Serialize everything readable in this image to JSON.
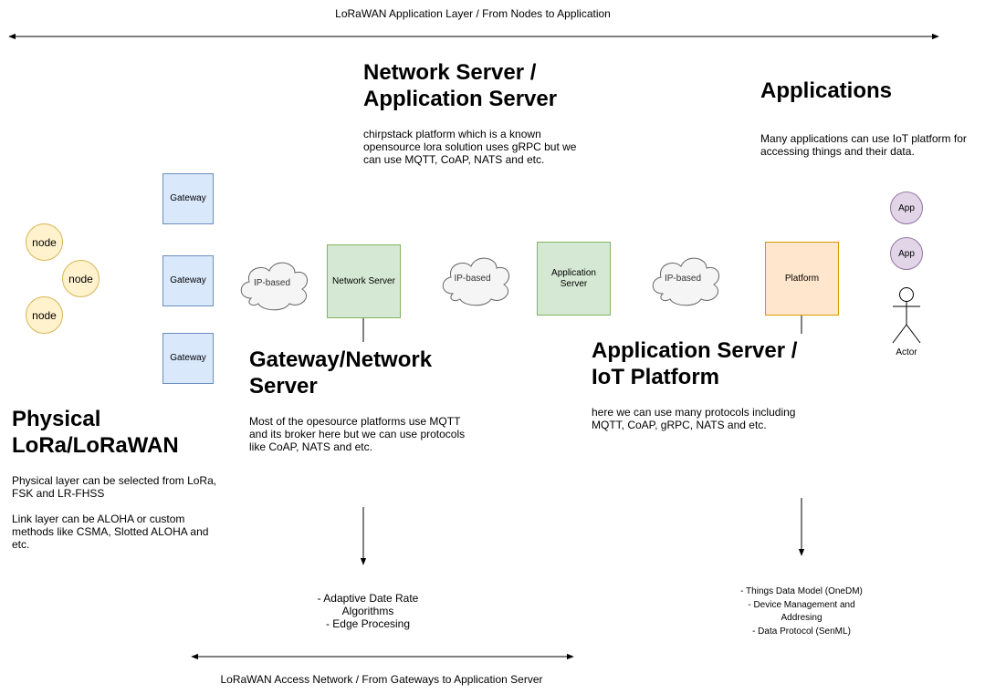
{
  "top_banner": "LoRaWAN Application Layer /  From Nodes to Application",
  "bottom_banner": "LoRaWAN Access Network /  From Gateways to Application Server",
  "sections": {
    "physical": {
      "title": "Physical\nLoRa/LoRaWAN",
      "desc": "Physical layer can be selected from LoRa, FSK and LR-FHSS\n\nLink layer can be ALOHA or custom methods like CSMA, Slotted ALOHA and etc."
    },
    "gateway_network": {
      "title": "Gateway/Network\nServer",
      "desc": "Most of the opesource platforms use MQTT and its broker here but we can use protocols like CoAP, NATS and etc."
    },
    "network_application": {
      "title": "Network Server /\nApplication Server",
      "desc": "chirpstack platform which is a known opensource lora solution uses gRPC but we can use MQTT, CoAP, NATS and etc."
    },
    "appserver_iot": {
      "title": "Application Server /\nIoT Platform",
      "desc": "here we can use many protocols including MQTT, CoAP, gRPC, NATS and etc."
    },
    "applications": {
      "title": "Applications",
      "desc": "Many applications can use IoT platform for accessing things and their data."
    }
  },
  "nodes": [
    "node",
    "node",
    "node"
  ],
  "gateways": [
    "Gateway",
    "Gateway",
    "Gateway"
  ],
  "clouds": [
    "IP-based",
    "IP-based",
    "IP-based"
  ],
  "servers": {
    "network_server": "Network Server",
    "application_server": "Application\nServer",
    "platform": "Platform"
  },
  "apps": [
    "App",
    "App"
  ],
  "actor": "Actor",
  "network_features": "- Adaptive Date Rate\nAlgorithms\n- Edge Procesing",
  "platform_features": "- Things Data Model (OneDM)\n- Device Management and\nAddresing\n- Data Protocol (SenML)"
}
